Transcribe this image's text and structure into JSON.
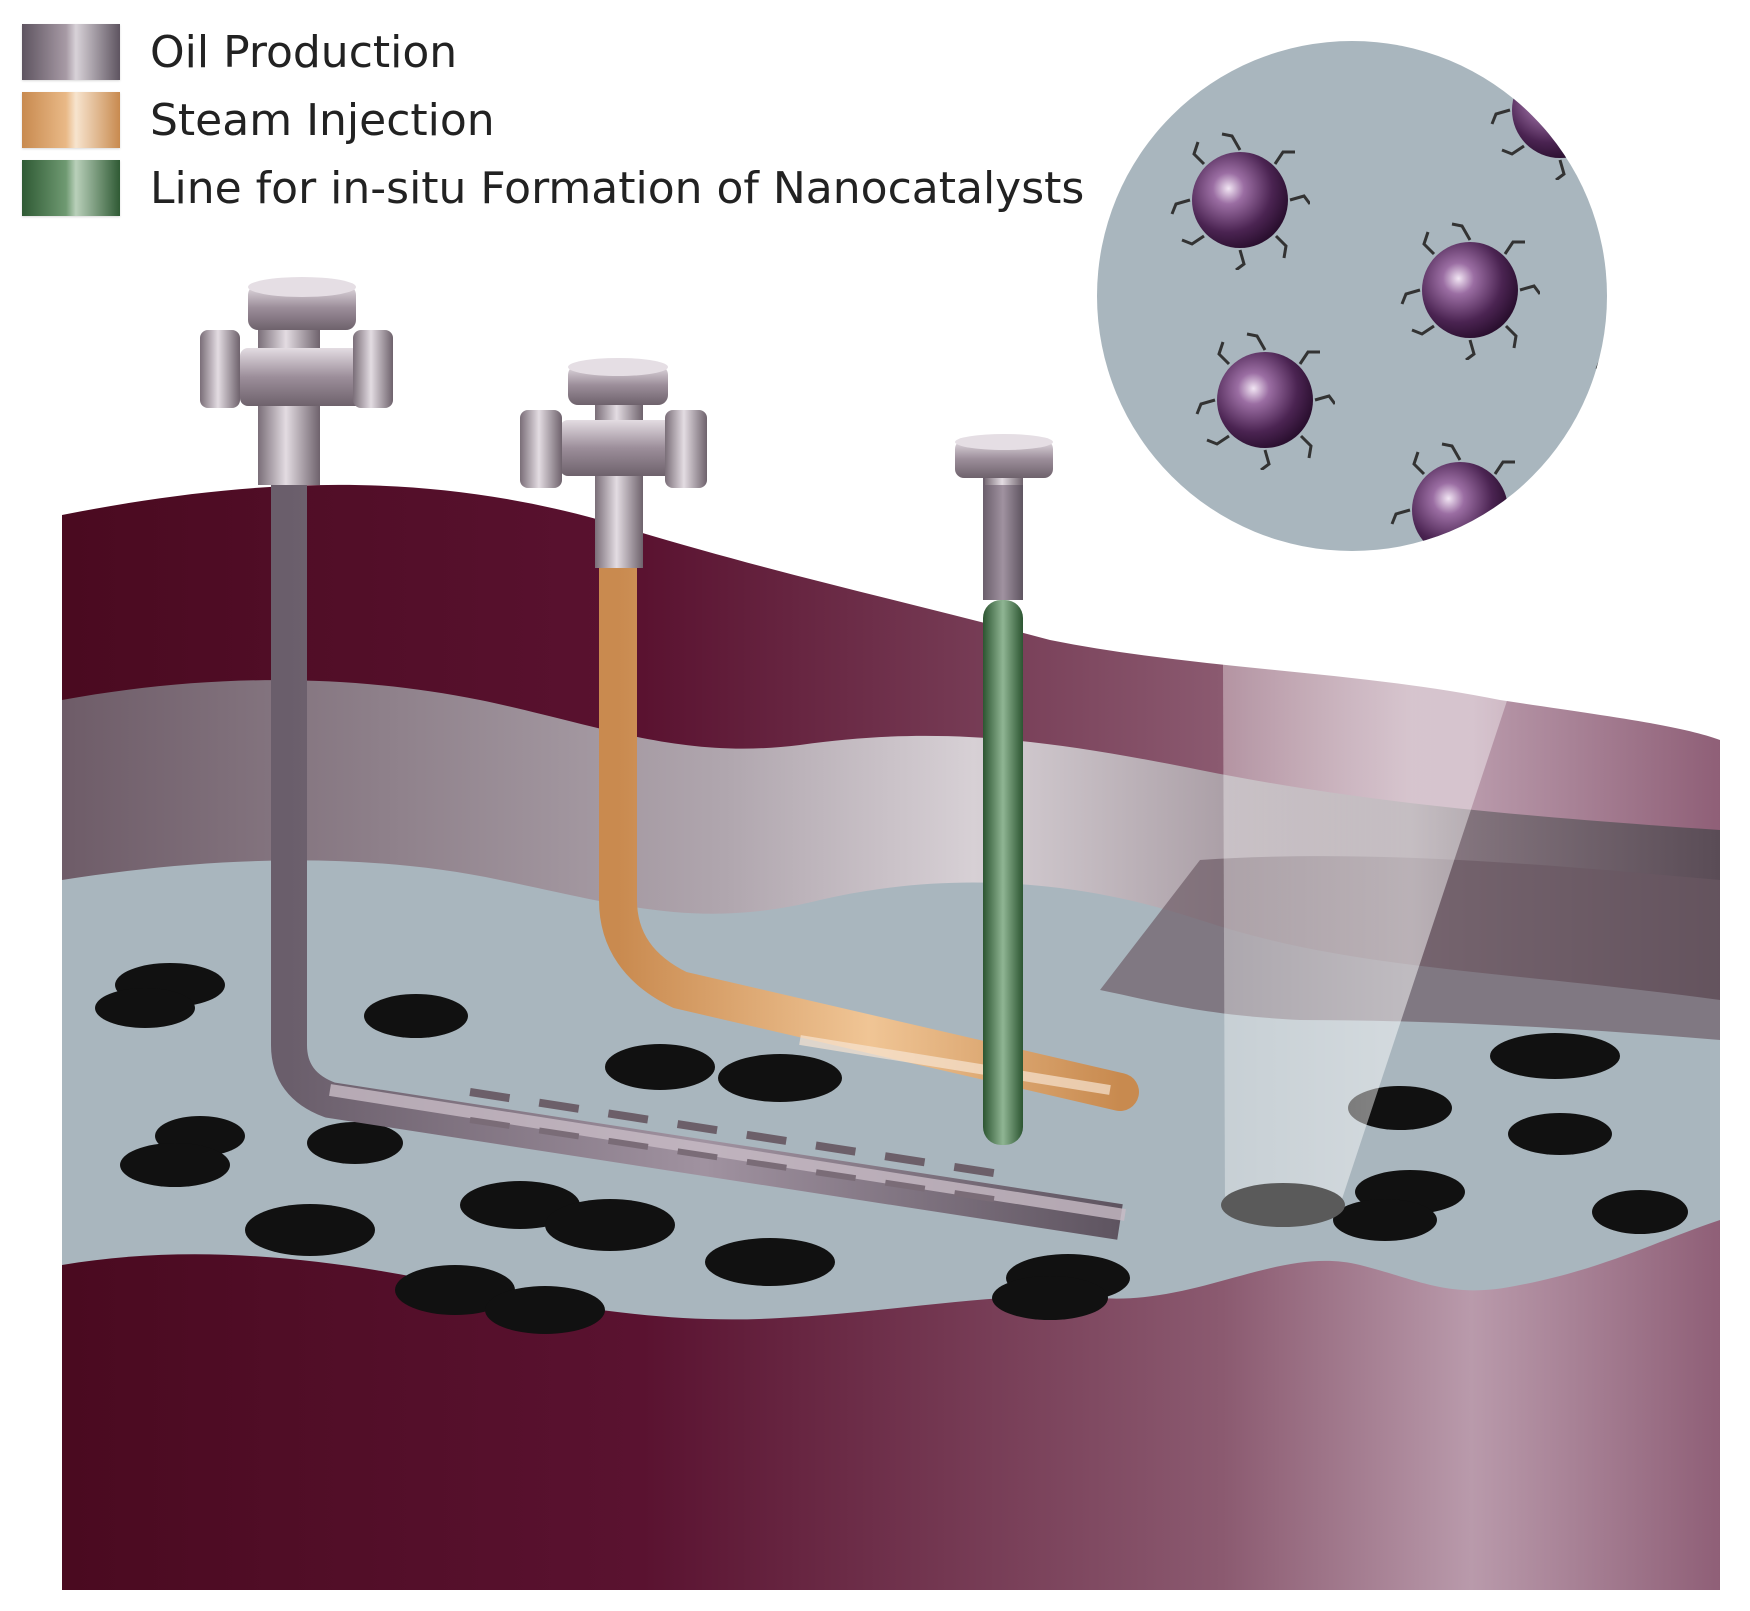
{
  "legend": {
    "items": [
      {
        "label": "Oil Production",
        "color": "#857887"
      },
      {
        "label": "Steam Injection",
        "color": "#dca16a"
      },
      {
        "label": "Line for in-situ Formation of Nanocatalysts",
        "color": "#4a7a50"
      }
    ]
  },
  "colors": {
    "rock": "#6b1634",
    "reservoir": "#a9b6be",
    "oil_droplet": "#111111",
    "nanoparticle": "#4b2452",
    "oil_pipe": "#857887",
    "steam_pipe": "#dca16a",
    "nano_pipe": "#4a7a50"
  },
  "icons": [
    "wellhead-valve-icon",
    "nanoparticle-icon",
    "oil-droplet-icon"
  ]
}
